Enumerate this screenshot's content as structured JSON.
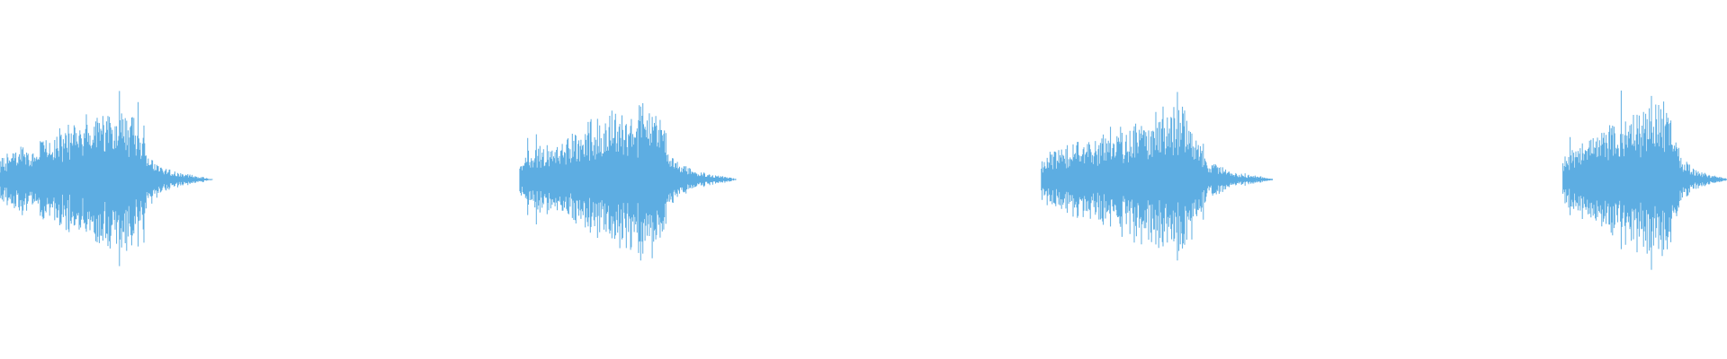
{
  "waveform": {
    "color": "#5dade2",
    "background": "#ffffff",
    "bursts": [
      {
        "start": 0.0,
        "end": 0.123,
        "peak": 0.42
      },
      {
        "start": 0.301,
        "end": 0.426,
        "peak": 0.44
      },
      {
        "start": 0.603,
        "end": 0.737,
        "peak": 0.42
      },
      {
        "start": 0.905,
        "end": 1.0,
        "peak": 0.46
      }
    ]
  }
}
